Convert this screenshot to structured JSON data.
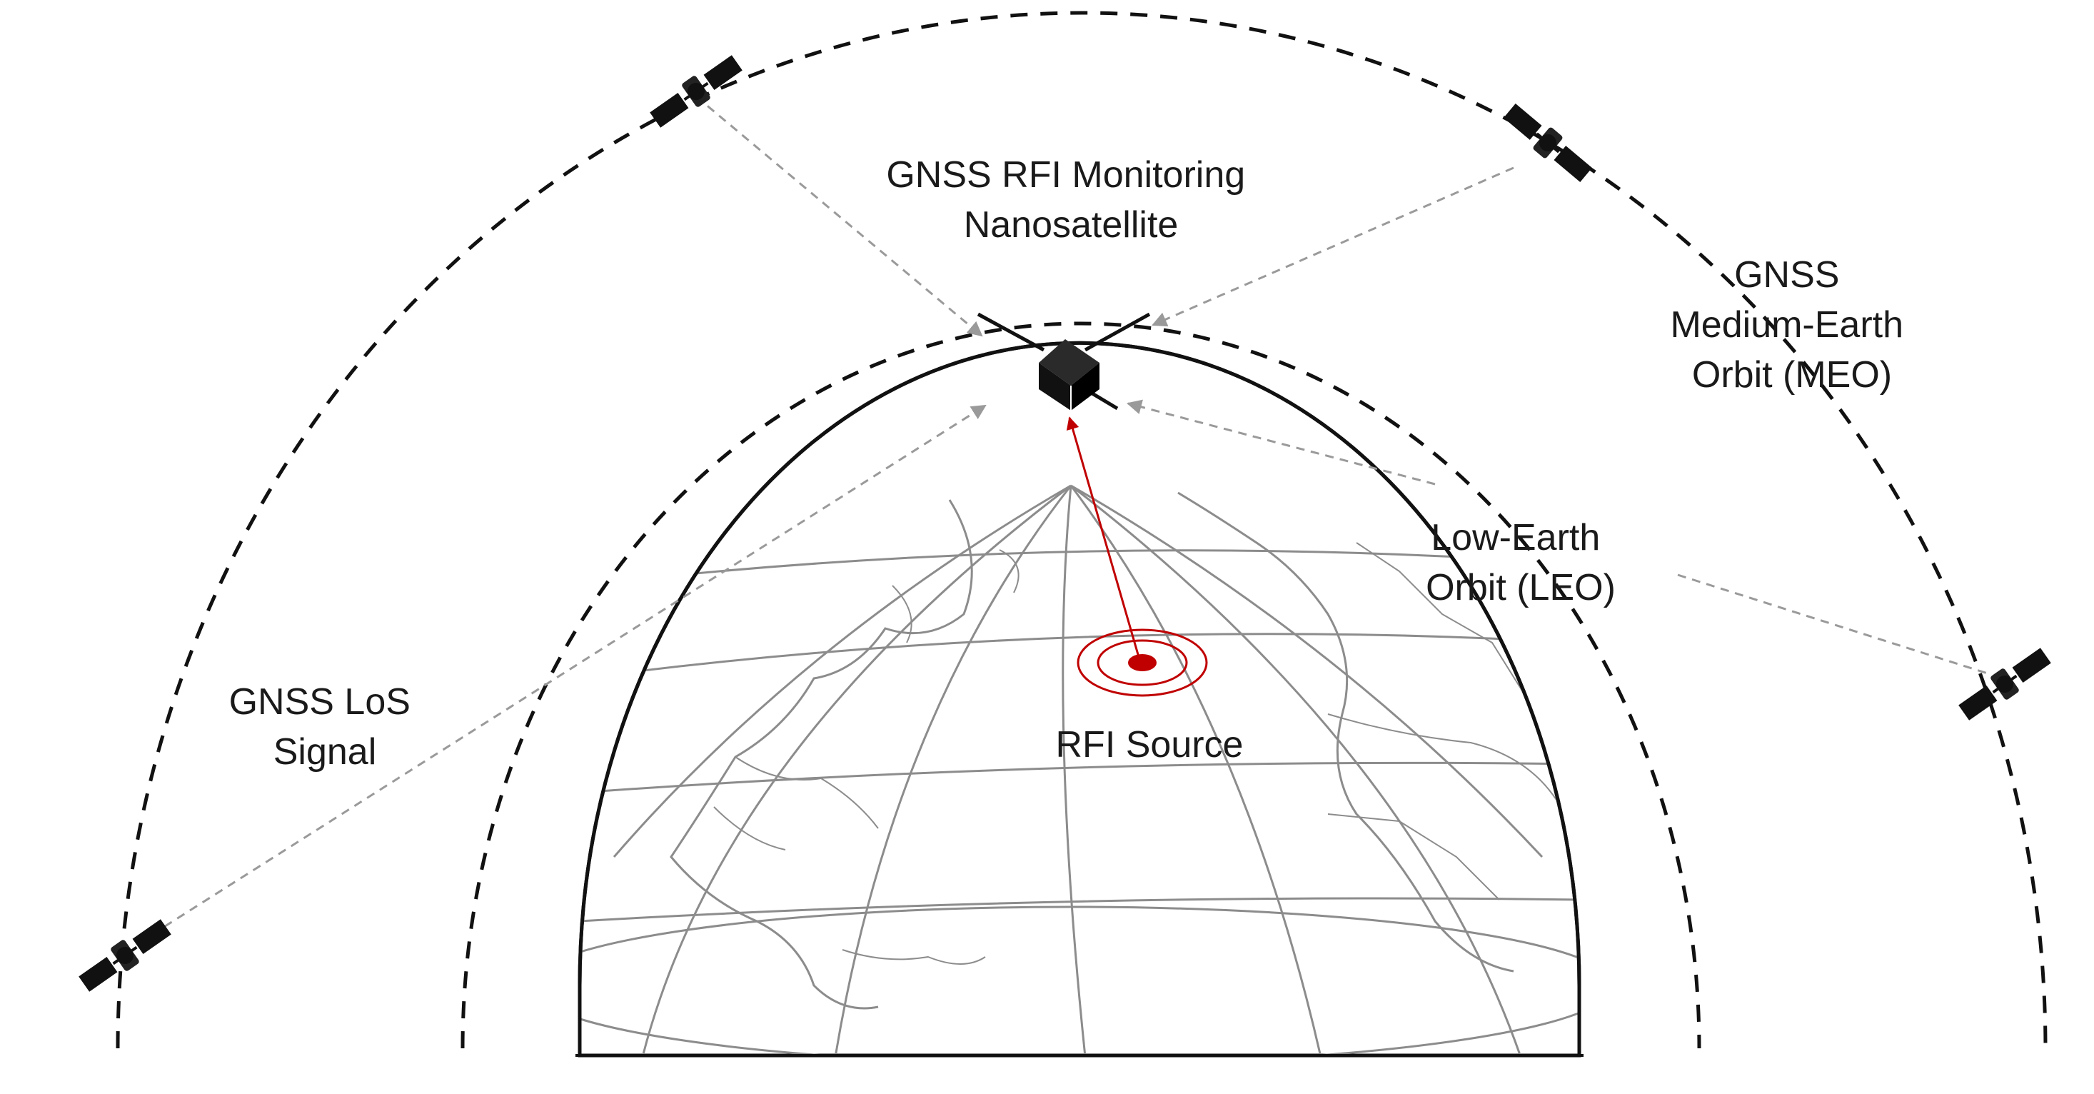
{
  "labels": {
    "nanosat_line1": "GNSS RFI Monitoring",
    "nanosat_line2": "Nanosatellite",
    "meo_line1": "GNSS",
    "meo_line2": "Medium-Earth",
    "meo_line3": "Orbit (MEO)",
    "leo_line1": "Low-Earth",
    "leo_line2": "Orbit (LEO)",
    "los_line1": "GNSS LoS",
    "los_line2": "Signal",
    "rfi_source": "RFI Source"
  },
  "icons": {
    "gnss_satellite": "satellite-icon",
    "nanosatellite": "cubesat-icon",
    "rfi_source": "target-icon"
  },
  "colors": {
    "rfi_red": "#c00000",
    "orbit_line": "#111111",
    "signal_line": "#9a9a9a",
    "globe_grid": "#8c8c8c"
  }
}
